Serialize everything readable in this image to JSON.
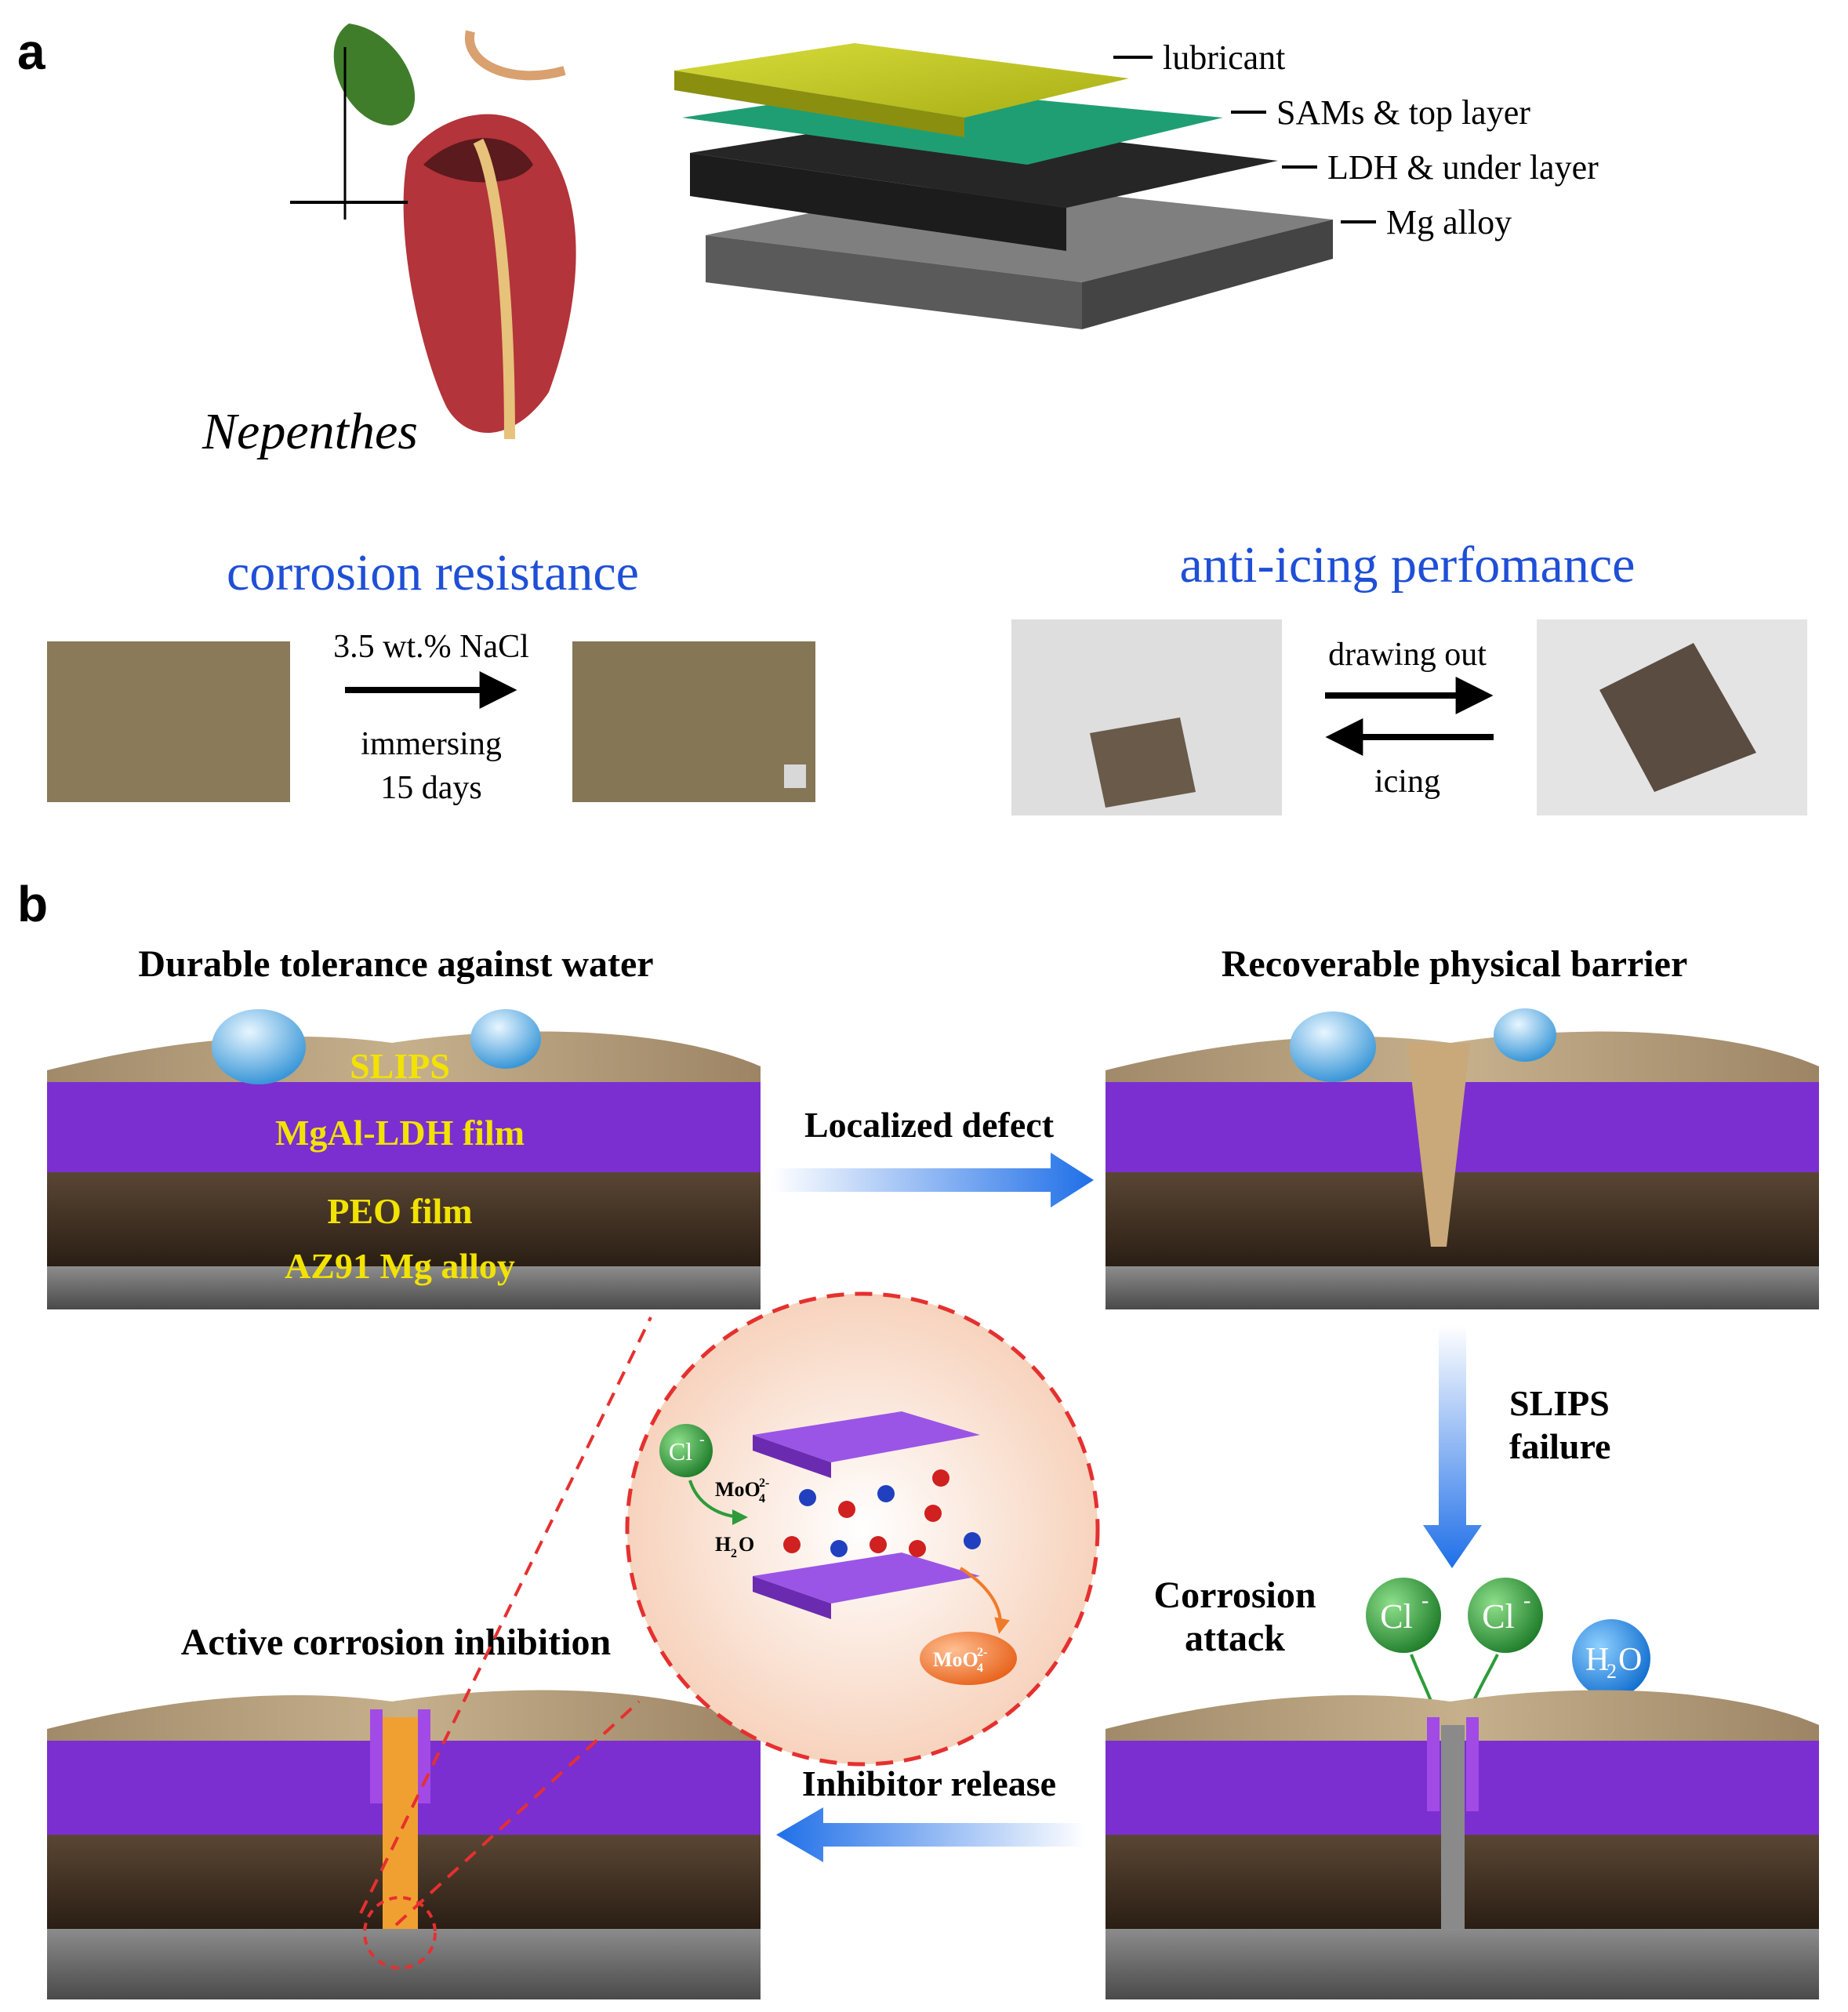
{
  "panel_a": {
    "label": "a",
    "plant_name": "Nepenthes",
    "layers": [
      "lubricant",
      "SAMs & top layer",
      "LDH & under layer",
      "Mg alloy"
    ],
    "corrosion_title": "corrosion resistance",
    "corrosion_condition_top": "3.5 wt.% NaCl",
    "corrosion_condition_mid": "immersing",
    "corrosion_condition_bottom": "15 days",
    "icing_title": "anti-icing perfomance",
    "icing_forward": "drawing out",
    "icing_back": "icing"
  },
  "panel_b": {
    "label": "b",
    "title_tl": "Durable tolerance against water",
    "title_tr": "Recoverable physical barrier",
    "title_bl": "Active corrosion inhibition",
    "layer_labels": [
      "SLIPS",
      "MgAl-LDH film",
      "PEO film",
      "AZ91 Mg alloy"
    ],
    "arrow_defect": "Localized defect",
    "arrow_failure_1": "SLIPS",
    "arrow_failure_2": "failure",
    "corrosion_attack_1": "Corrosion",
    "corrosion_attack_2": "attack",
    "arrow_release": "Inhibitor release",
    "ion_chloride": "Cl",
    "ion_superscript_minus": "-",
    "water_h": "H",
    "water_sub": "2",
    "water_o": "O",
    "moly_base": "MoO",
    "moly_sub": "4",
    "moly_sup": "2-"
  },
  "colors": {
    "accent_blue": "#1f4fd6",
    "label_yellow": "#f2e300",
    "ldh_purple": "#8a2be2",
    "lubricant_yellow": "#c9d11a",
    "chloride_green": "#2e9b3a",
    "water_blue": "#1f86e6",
    "molybdate_orange": "#f07a2a",
    "dash_red": "#e53030"
  }
}
